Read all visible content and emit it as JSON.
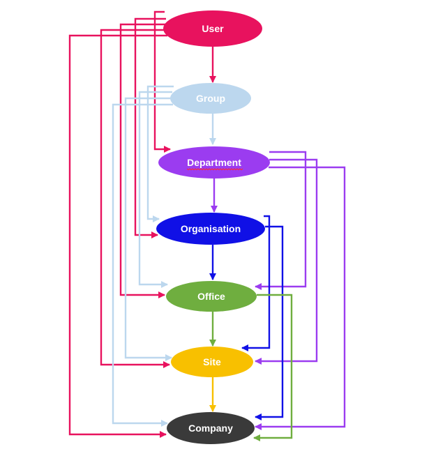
{
  "diagram": {
    "nodes": [
      {
        "id": "user",
        "label": "User",
        "color": "#e8125e",
        "text_color": "#ffffff"
      },
      {
        "id": "group",
        "label": "Group",
        "color": "#bcd7ee",
        "text_color": "#ffffff"
      },
      {
        "id": "department",
        "label": "Department",
        "color": "#9b3cf0",
        "text_color": "#ffffff"
      },
      {
        "id": "organisation",
        "label": "Organisation",
        "color": "#1010e6",
        "text_color": "#ffffff"
      },
      {
        "id": "office",
        "label": "Office",
        "color": "#6fae3f",
        "text_color": "#ffffff"
      },
      {
        "id": "site",
        "label": "Site",
        "color": "#f8c000",
        "text_color": "#ffffff"
      },
      {
        "id": "company",
        "label": "Company",
        "color": "#3a3a3a",
        "text_color": "#ffffff"
      }
    ],
    "edges": [
      {
        "from": "user",
        "to": "group"
      },
      {
        "from": "user",
        "to": "department"
      },
      {
        "from": "user",
        "to": "organisation"
      },
      {
        "from": "user",
        "to": "office"
      },
      {
        "from": "user",
        "to": "site"
      },
      {
        "from": "user",
        "to": "company"
      },
      {
        "from": "group",
        "to": "department"
      },
      {
        "from": "group",
        "to": "organisation"
      },
      {
        "from": "group",
        "to": "office"
      },
      {
        "from": "group",
        "to": "site"
      },
      {
        "from": "group",
        "to": "company"
      },
      {
        "from": "department",
        "to": "organisation"
      },
      {
        "from": "department",
        "to": "office"
      },
      {
        "from": "department",
        "to": "site"
      },
      {
        "from": "department",
        "to": "company"
      },
      {
        "from": "organisation",
        "to": "office"
      },
      {
        "from": "organisation",
        "to": "site"
      },
      {
        "from": "organisation",
        "to": "company"
      },
      {
        "from": "office",
        "to": "site"
      },
      {
        "from": "office",
        "to": "company"
      },
      {
        "from": "site",
        "to": "company"
      }
    ]
  }
}
